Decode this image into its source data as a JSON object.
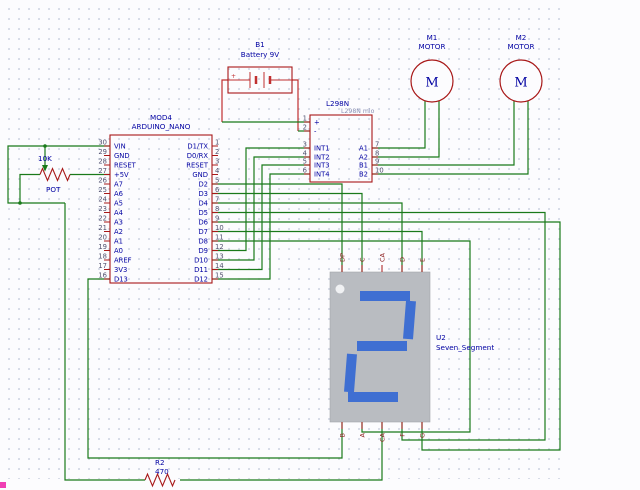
{
  "colors": {
    "wire_green": "#1a7a1a",
    "component_red": "#a81818",
    "battery_red": "#c03030",
    "label_navy": "#0202a2",
    "pin_gray": "#50506e",
    "segment_blue": "#3f6fd2",
    "display_body": "#b9bcc1",
    "marker_pink": "#f03fb4",
    "grid_dot": "#ccd3e2"
  },
  "battery": {
    "ref": "B1",
    "value": "Battery 9V",
    "plus": "+"
  },
  "motors": [
    {
      "ref": "M1",
      "label": "MOTOR",
      "symbol": "M"
    },
    {
      "ref": "M2",
      "label": "MOTOR",
      "symbol": "M"
    }
  ],
  "arduino": {
    "ref": "MOD4",
    "name": "ARDUINO_NANO",
    "left_pins": [
      {
        "num": "30",
        "label": "VIN"
      },
      {
        "num": "29",
        "label": "GND"
      },
      {
        "num": "28",
        "label": "RESET"
      },
      {
        "num": "27",
        "label": "+5V"
      },
      {
        "num": "26",
        "label": "A7"
      },
      {
        "num": "25",
        "label": "A6"
      },
      {
        "num": "24",
        "label": "A5"
      },
      {
        "num": "23",
        "label": "A4"
      },
      {
        "num": "22",
        "label": "A3"
      },
      {
        "num": "21",
        "label": "A2"
      },
      {
        "num": "20",
        "label": "A1"
      },
      {
        "num": "19",
        "label": "A0"
      },
      {
        "num": "18",
        "label": "AREF"
      },
      {
        "num": "17",
        "label": "3V3"
      },
      {
        "num": "16",
        "label": "D13"
      }
    ],
    "right_pins": [
      {
        "num": "1",
        "label": "D1/TX"
      },
      {
        "num": "2",
        "label": "D0/RX"
      },
      {
        "num": "3",
        "label": "RESET"
      },
      {
        "num": "4",
        "label": "GND"
      },
      {
        "num": "5",
        "label": "D2"
      },
      {
        "num": "6",
        "label": "D3"
      },
      {
        "num": "7",
        "label": "D4"
      },
      {
        "num": "8",
        "label": "D5"
      },
      {
        "num": "9",
        "label": "D6"
      },
      {
        "num": "10",
        "label": "D7"
      },
      {
        "num": "11",
        "label": "D8"
      },
      {
        "num": "12",
        "label": "D9"
      },
      {
        "num": "13",
        "label": "D10"
      },
      {
        "num": "14",
        "label": "D11"
      },
      {
        "num": "15",
        "label": "D12"
      }
    ]
  },
  "driver": {
    "name": "L298N",
    "subtitle": "L298N mio",
    "left_pins": [
      {
        "num": "1",
        "label": "+"
      },
      {
        "num": "2",
        "label": "-"
      },
      {
        "num": "3",
        "label": "INT1"
      },
      {
        "num": "4",
        "label": "INT2"
      },
      {
        "num": "5",
        "label": "INT3"
      },
      {
        "num": "6",
        "label": "INT4"
      }
    ],
    "right_pins": [
      {
        "num": "7",
        "label": "A1"
      },
      {
        "num": "8",
        "label": "A2"
      },
      {
        "num": "9",
        "label": "B1"
      },
      {
        "num": "10",
        "label": "B2"
      }
    ]
  },
  "display": {
    "ref": "U2",
    "name": "Seven_Segment",
    "digit": "2",
    "active_segments": [
      "A",
      "B",
      "G",
      "E",
      "D"
    ],
    "top_pins": [
      "DP",
      "C",
      "CA",
      "D",
      "E"
    ],
    "bottom_pins": [
      "B",
      "A",
      "CA",
      "F",
      "G"
    ]
  },
  "pot": {
    "value": "10K",
    "label": "POT"
  },
  "resistor": {
    "ref": "R2",
    "value": "470"
  }
}
